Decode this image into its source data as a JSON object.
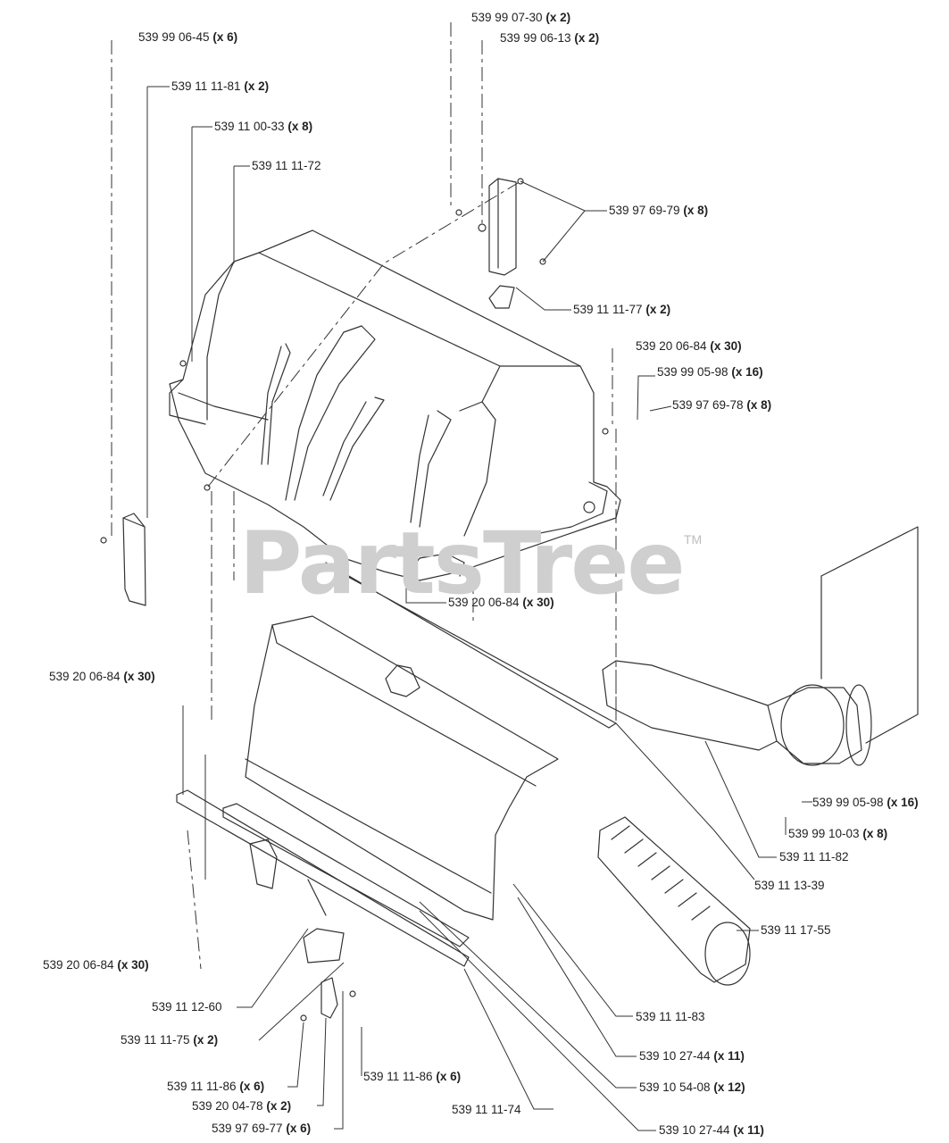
{
  "watermark": {
    "text": "PartsTree",
    "trademark": "TM"
  },
  "colors": {
    "line": "#333333",
    "watermark": "#cfcfcf"
  },
  "callouts": [
    {
      "id": "c01",
      "part": "539 99 07-30",
      "qty": "(x 2)"
    },
    {
      "id": "c02",
      "part": "539 99 06-13",
      "qty": "(x 2)"
    },
    {
      "id": "c03",
      "part": "539 99 06-45",
      "qty": "(x 6)"
    },
    {
      "id": "c04",
      "part": "539 11 11-81",
      "qty": "(x 2)"
    },
    {
      "id": "c05",
      "part": "539 11 00-33",
      "qty": "(x 8)"
    },
    {
      "id": "c06",
      "part": "539 11 11-72",
      "qty": ""
    },
    {
      "id": "c07",
      "part": "539 97 69-79",
      "qty": "(x 8)"
    },
    {
      "id": "c08",
      "part": "539 11 11-77",
      "qty": "(x 2)"
    },
    {
      "id": "c09",
      "part": "539 20 06-84",
      "qty": "(x 30)"
    },
    {
      "id": "c10",
      "part": "539 99 05-98",
      "qty": "(x 16)"
    },
    {
      "id": "c11",
      "part": "539 97 69-78",
      "qty": "(x 8)"
    },
    {
      "id": "c12",
      "part": "539 20 06-84",
      "qty": "(x 30)"
    },
    {
      "id": "c13",
      "part": "539 20 06-84",
      "qty": "(x 30)"
    },
    {
      "id": "c14",
      "part": "539 99 05-98",
      "qty": "(x 16)"
    },
    {
      "id": "c15",
      "part": "539 99 10-03",
      "qty": "(x 8)"
    },
    {
      "id": "c16",
      "part": "539 11 11-82",
      "qty": ""
    },
    {
      "id": "c17",
      "part": "539 11 13-39",
      "qty": ""
    },
    {
      "id": "c18",
      "part": "539 11 17-55",
      "qty": ""
    },
    {
      "id": "c19",
      "part": "539 20 06-84",
      "qty": "(x 30)"
    },
    {
      "id": "c20",
      "part": "539 11 12-60",
      "qty": ""
    },
    {
      "id": "c21",
      "part": "539 11 11-83",
      "qty": ""
    },
    {
      "id": "c22",
      "part": "539 11 11-75",
      "qty": "(x 2)"
    },
    {
      "id": "c23",
      "part": "539 10 27-44",
      "qty": "(x 11)"
    },
    {
      "id": "c24",
      "part": "539 11 11-86",
      "qty": "(x 6)"
    },
    {
      "id": "c25",
      "part": "539 11 11-86",
      "qty": "(x 6)"
    },
    {
      "id": "c26",
      "part": "539 10 54-08",
      "qty": "(x 12)"
    },
    {
      "id": "c27",
      "part": "539 20 04-78",
      "qty": "(x 2)"
    },
    {
      "id": "c28",
      "part": "539 11 11-74",
      "qty": ""
    },
    {
      "id": "c29",
      "part": "539 97 69-77",
      "qty": "(x 6)"
    },
    {
      "id": "c30",
      "part": "539 10 27-44",
      "qty": "(x 11)"
    }
  ]
}
